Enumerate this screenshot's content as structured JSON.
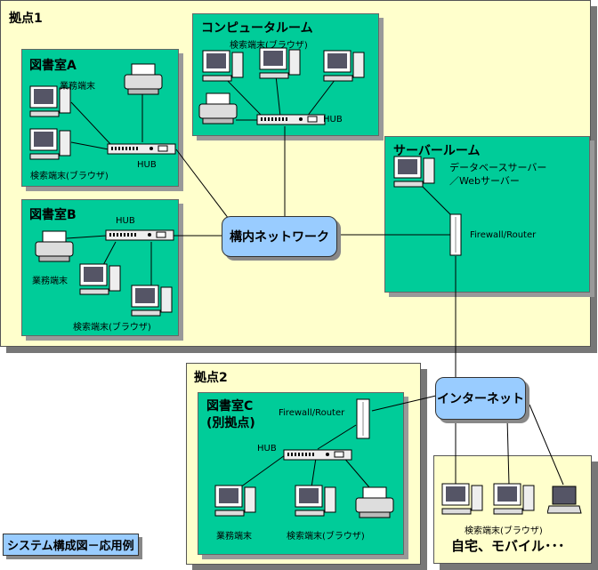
{
  "sites": {
    "site1": {
      "title": "拠点1"
    },
    "site2": {
      "title": "拠点2"
    },
    "home": {
      "title": "自宅、モバイル･･･"
    }
  },
  "rooms": {
    "libraryA": {
      "title": "図書室A",
      "staff_terminal": "業務端末",
      "search_terminal": "検索端末(ブラウザ)",
      "hub": "HUB"
    },
    "computer": {
      "title": "コンピュータルーム",
      "search_terminal": "検索端末(ブラウザ)",
      "hub": "HUB"
    },
    "libraryB": {
      "title": "図書室B",
      "hub": "HUB",
      "staff_terminal": "業務端末",
      "search_terminal": "検索端末(ブラウザ)"
    },
    "server": {
      "title": "サーバールーム",
      "server_label_1": "データベースサーバー",
      "server_label_2": "／Webサーバー",
      "firewall": "Firewall/Router"
    },
    "libraryC": {
      "title_1": "図書室C",
      "title_2": "(別拠点)",
      "firewall": "Firewall/Router",
      "hub": "HUB",
      "staff_terminal": "業務端末",
      "search_terminal": "検索端末(ブラウザ)"
    }
  },
  "networks": {
    "lan": "構内ネットワーク",
    "internet": "インターネット"
  },
  "home": {
    "search_terminal": "検索端末(ブラウザ)"
  },
  "caption": "システム構成図－応用例",
  "colors": {
    "site_bg": "#ffffcc",
    "room_bg": "#00cc99",
    "network_bg": "#99ccff"
  }
}
